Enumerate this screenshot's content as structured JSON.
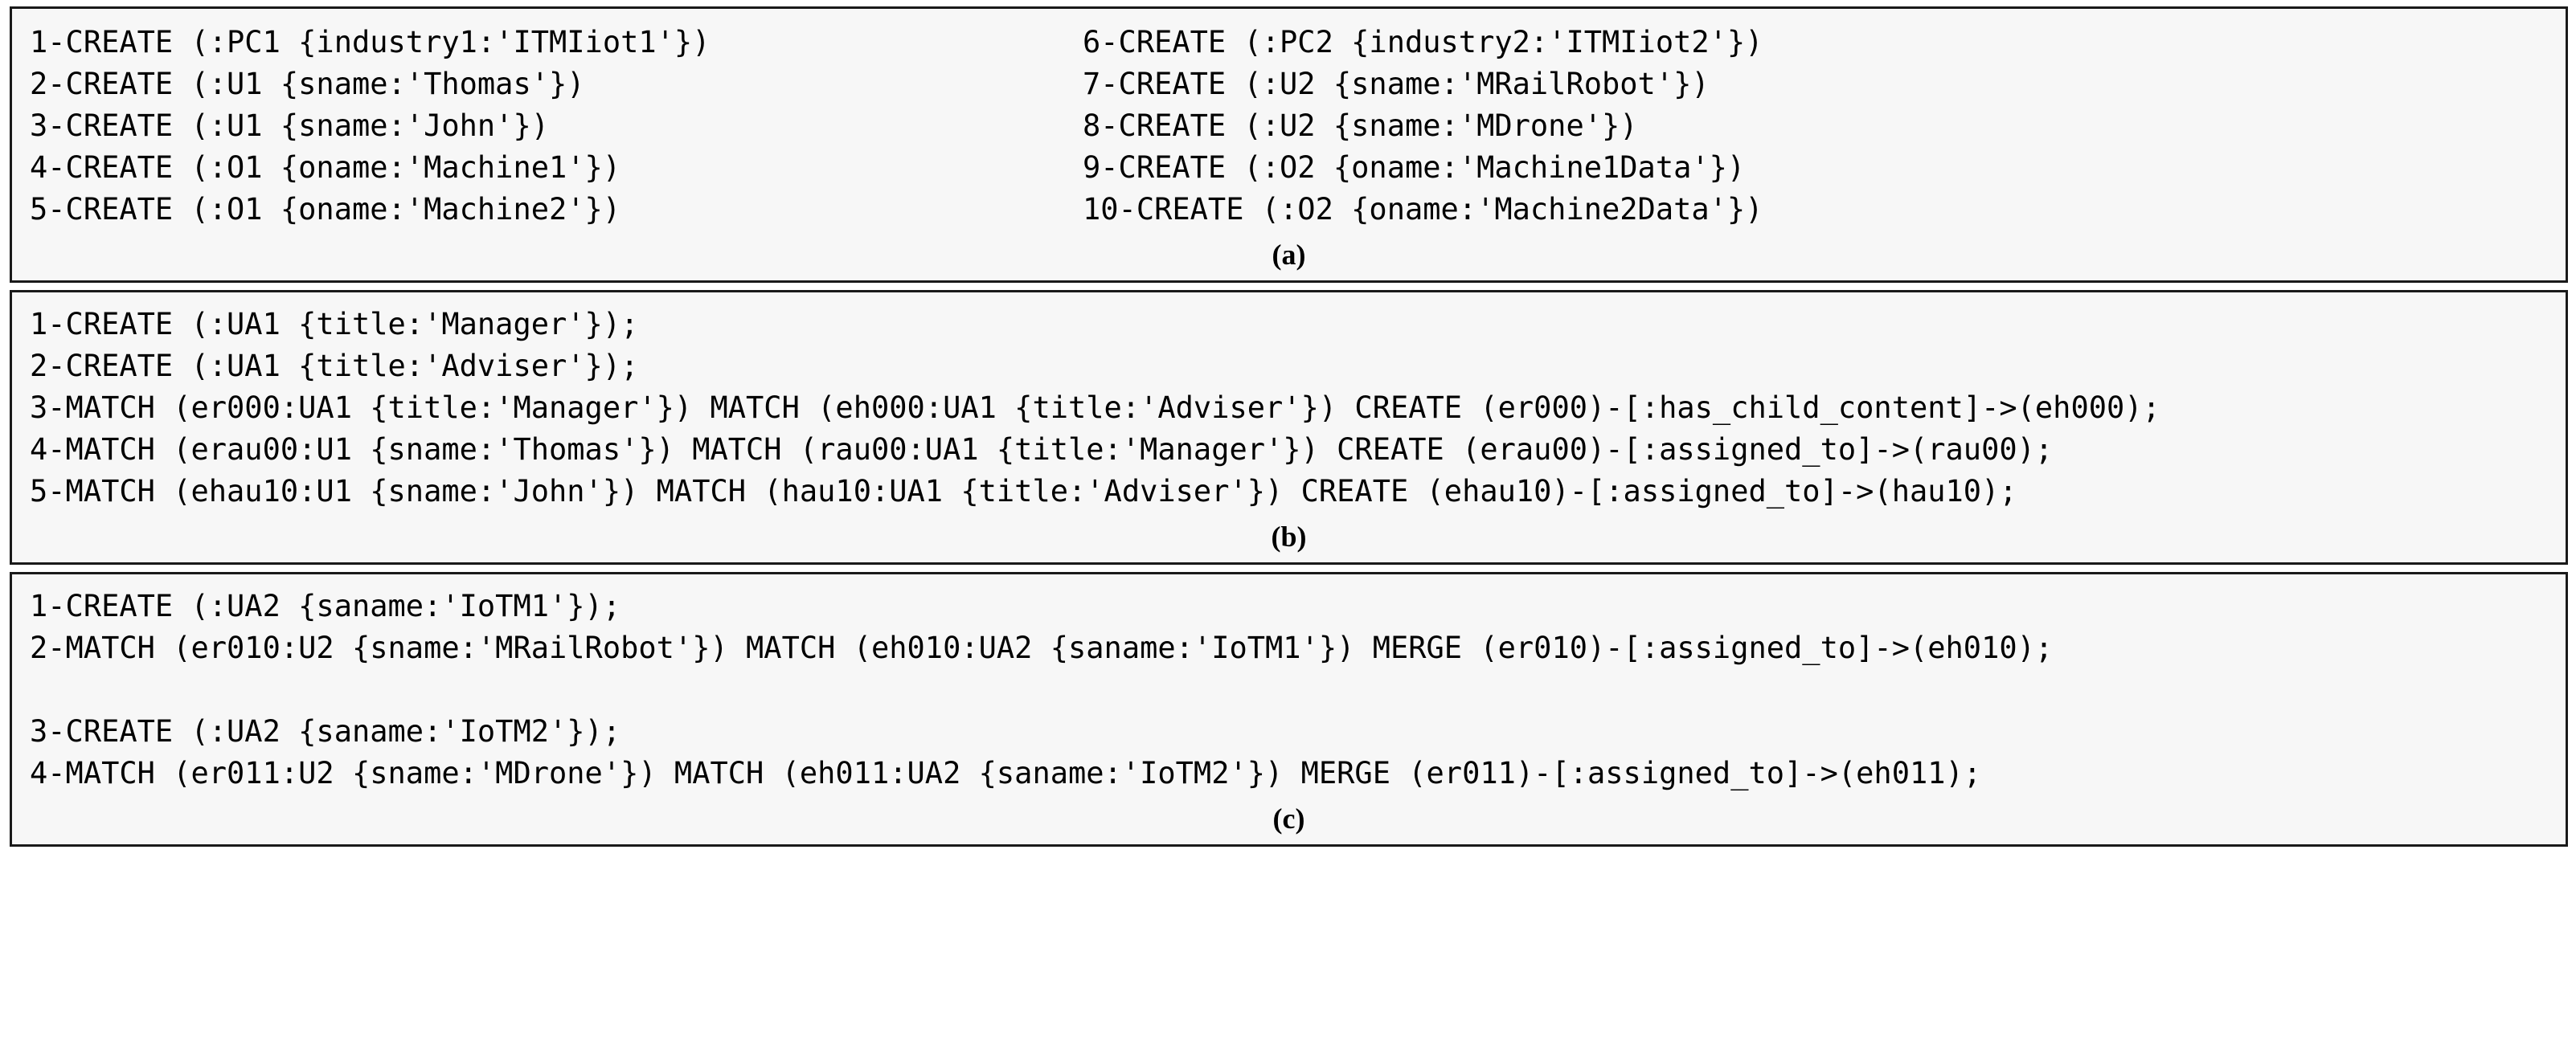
{
  "figure": {
    "background_color": "#f7f7f7",
    "border_color": "#1a1a1a",
    "text_color": "#000000"
  },
  "panels": [
    {
      "id": "a",
      "caption": "(a)",
      "layout": "two-column",
      "left_column": [
        "1-CREATE (:PC1 {industry1:'ITMIiot1'})",
        "2-CREATE (:U1 {sname:'Thomas'})",
        "3-CREATE (:U1 {sname:'John'})",
        "4-CREATE (:O1 {oname:'Machine1'})",
        "5-CREATE (:O1 {oname:'Machine2'})"
      ],
      "right_column": [
        "6-CREATE (:PC2 {industry2:'ITMIiot2'})",
        "7-CREATE (:U2 {sname:'MRailRobot'})",
        "8-CREATE (:U2 {sname:'MDrone'})",
        "9-CREATE (:O2 {oname:'Machine1Data'})",
        "10-CREATE (:O2 {oname:'Machine2Data'})"
      ]
    },
    {
      "id": "b",
      "caption": "(b)",
      "layout": "single-column",
      "lines": [
        "1-CREATE (:UA1 {title:'Manager'});",
        "2-CREATE (:UA1 {title:'Adviser'});",
        "3-MATCH (er000:UA1 {title:'Manager'}) MATCH (eh000:UA1 {title:'Adviser'}) CREATE (er000)-[:has_child_content]->(eh000);",
        "4-MATCH (erau00:U1 {sname:'Thomas'}) MATCH (rau00:UA1 {title:'Manager'}) CREATE (erau00)-[:assigned_to]->(rau00);",
        "5-MATCH (ehau10:U1 {sname:'John'}) MATCH (hau10:UA1 {title:'Adviser'}) CREATE (ehau10)-[:assigned_to]->(hau10);"
      ]
    },
    {
      "id": "c",
      "caption": "(c)",
      "layout": "single-column",
      "lines": [
        "1-CREATE (:UA2 {saname:'IoTM1'});",
        "2-MATCH (er010:U2 {sname:'MRailRobot'}) MATCH (eh010:UA2 {saname:'IoTM1'}) MERGE (er010)-[:assigned_to]->(eh010);",
        "",
        "3-CREATE (:UA2 {saname:'IoTM2'});",
        "4-MATCH (er011:U2 {sname:'MDrone'}) MATCH (eh011:UA2 {saname:'IoTM2'}) MERGE (er011)-[:assigned_to]->(eh011);"
      ]
    }
  ]
}
